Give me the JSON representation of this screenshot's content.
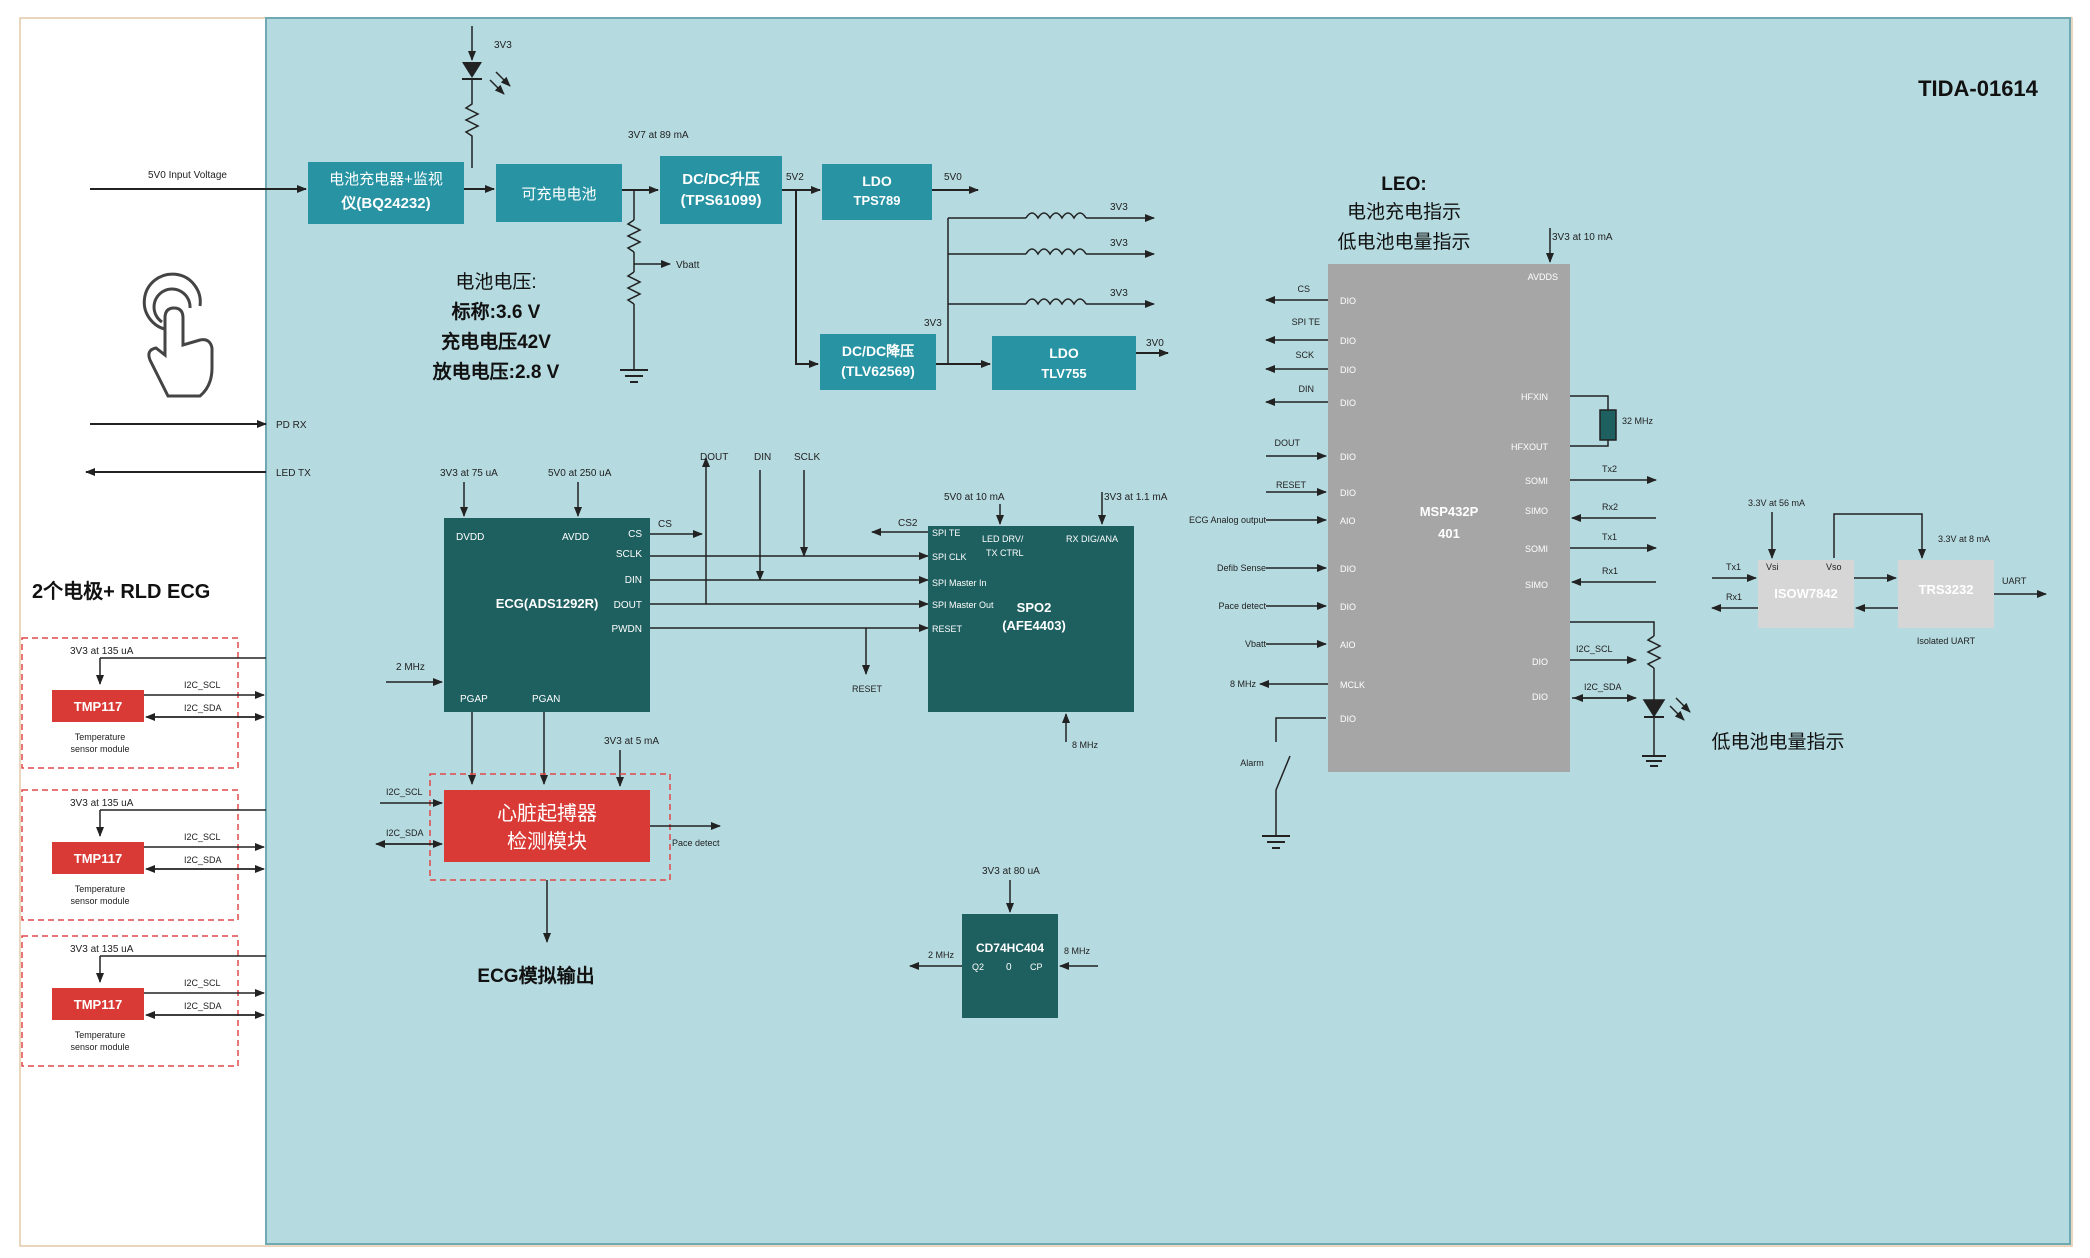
{
  "title": "TIDA-01614",
  "left": {
    "input_5v0": "5V0 Input Voltage",
    "pd_rx": "PD RX",
    "led_tx": "LED TX",
    "electrode_heading": "2个电极+ RLD ECG",
    "temp_modules": [
      {
        "supply": "3V3 at 135 uA",
        "chip": "TMP117",
        "scl": "I2C_SCL",
        "sda": "I2C_SDA",
        "caption1": "Temperature",
        "caption2": "sensor module"
      },
      {
        "supply": "3V3 at 135 uA",
        "chip": "TMP117",
        "scl": "I2C_SCL",
        "sda": "I2C_SDA",
        "caption1": "Temperature",
        "caption2": "sensor module"
      },
      {
        "supply": "3V3 at 135 uA",
        "chip": "TMP117",
        "scl": "I2C_SCL",
        "sda": "I2C_SDA",
        "caption1": "Temperature",
        "caption2": "sensor module"
      }
    ]
  },
  "power": {
    "led_supply": "3V3",
    "charger_line1": "电池充电器+监视",
    "charger_line2": "仪(BQ24232)",
    "battery": "可充电电池",
    "rail_3v7": "3V7 at 89 mA",
    "boost_line1": "DC/DC升压",
    "boost_line2": "(TPS61099)",
    "rail_5v2": "5V2",
    "ldo1_line1": "LDO",
    "ldo1_line2": "TPS789",
    "rail_5v0": "5V0",
    "vbatt": "Vbatt",
    "rail_3v3_outputs": [
      "3V3",
      "3V3",
      "3V3"
    ],
    "buck_line1": "DC/DC降压",
    "buck_line2": "(TLV62569)",
    "rail_3v3_buck": "3V3",
    "ldo2_line1": "LDO",
    "ldo2_line2": "TLV755",
    "rail_3v0": "3V0",
    "battery_info": [
      "电池电压:",
      "标称:3.6 V",
      "充电电压42V",
      "放电电压:2.8 V"
    ]
  },
  "ecg": {
    "supply_dvdd": "3V3 at 75 uA",
    "supply_avdd": "5V0 at 250 uA",
    "pin_dvdd": "DVDD",
    "pin_avdd": "AVDD",
    "pins_right": [
      "CS",
      "SCLK",
      "DIN",
      "DOUT",
      "PWDN"
    ],
    "name": "ECG(ADS1292R)",
    "clock_in": "2 MHz",
    "pin_pgap": "PGAP",
    "pin_pgan": "PGAN",
    "cs_label": "CS",
    "bus_dout": "DOUT",
    "bus_din": "DIN",
    "bus_sclk": "SCLK"
  },
  "pace": {
    "supply": "3V3 at 5 mA",
    "line1": "心脏起搏器",
    "line2": "检测模块",
    "scl": "I2C_SCL",
    "sda": "I2C_SDA",
    "out": "Pace detect",
    "ecg_out": "ECG模拟输出"
  },
  "spo2": {
    "supply_led": "5V0 at 10 mA",
    "supply_rx": "3V3 at 1.1 mA",
    "cs2": "CS2",
    "pins_left": [
      "SPI TE",
      "SPI CLK",
      "SPI Master In",
      "SPI Master Out",
      "RESET"
    ],
    "pin_led1": "LED DRV/",
    "pin_led2": "TX CTRL",
    "pin_rx": "RX DIG/ANA",
    "name1": "SPO2",
    "name2": "(AFE4403)",
    "reset_out": "RESET",
    "clock_in": "8 MHz"
  },
  "mcu": {
    "leo_line1": "LEO:",
    "leo_line2": "电池充电指示",
    "leo_line3": "低电池电量指示",
    "supply": "3V3 at 10 mA",
    "pin_avdd": "AVDDS",
    "name1": "MSP432P",
    "name2": "401",
    "left_signals": [
      "CS",
      "SPI TE",
      "SCK",
      "DIN",
      "DOUT",
      "RESET",
      "ECG Analog output",
      "Defib Sense",
      "Pace detect",
      "Vbatt",
      "8 MHz"
    ],
    "left_pins": [
      "DIO",
      "DIO",
      "DIO",
      "DIO",
      "DIO",
      "DIO",
      "AIO",
      "DIO",
      "DIO",
      "AIO",
      "MCLK",
      "DIO"
    ],
    "alarm": "Alarm",
    "pin_hfxin": "HFXIN",
    "pin_hfxout": "HFXOUT",
    "crystal": "32 MHz",
    "right_pins": [
      "SOMI",
      "SIMO",
      "SOMI",
      "SIMO"
    ],
    "right_signals": [
      "Tx2",
      "Rx2",
      "Tx1",
      "Rx1"
    ],
    "i2c_pins": [
      "DIO",
      "DIO"
    ],
    "i2c_signals": [
      "I2C_SCL",
      "I2C_SDA"
    ],
    "low_batt": "低电池电量指示"
  },
  "iso": {
    "supply1": "3.3V at 56 mA",
    "supply2": "3.3V at 8 mA",
    "tx1": "Tx1",
    "rx1": "Rx1",
    "vsi": "Vsi",
    "vso": "Vso",
    "isow": "ISOW7842",
    "trs": "TRS3232",
    "uart": "UART",
    "isolated": "Isolated UART"
  },
  "counter": {
    "supply": "3V3 at 80 uA",
    "name": "CD74HC404",
    "q2": "Q2",
    "zero": "0",
    "cp": "CP",
    "out": "2 MHz",
    "in": "8 MHz"
  }
}
